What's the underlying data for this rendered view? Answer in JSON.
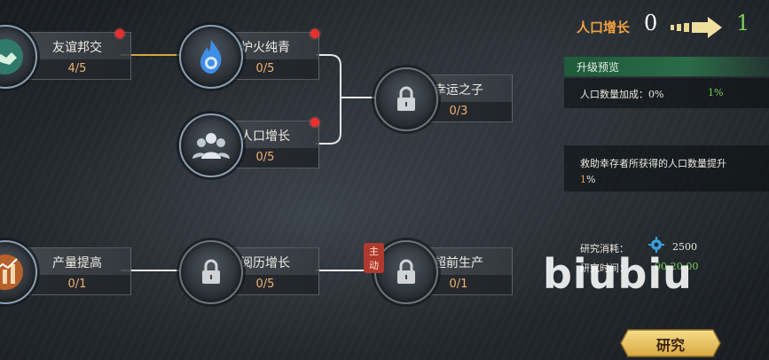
{
  "tree": {
    "nodes": [
      {
        "id": "diplomacy",
        "name": "友谊邦交",
        "count": "4/5",
        "icon": "handshake-icon",
        "active": true,
        "dot": true
      },
      {
        "id": "furnace",
        "name": "炉火纯青",
        "count": "0/5",
        "icon": "flame-icon",
        "active": true,
        "dot": true
      },
      {
        "id": "pop1",
        "name": "人口增长",
        "count": "0/5",
        "icon": "people-icon",
        "active": true,
        "dot": true
      },
      {
        "id": "lucky",
        "name": "幸运之子",
        "count": "0/3",
        "icon": "lock-icon",
        "active": false,
        "dot": false
      },
      {
        "id": "output",
        "name": "产量提高",
        "count": "0/1",
        "icon": "chart-up-icon",
        "active": true,
        "dot": false
      },
      {
        "id": "exp",
        "name": "阅历增长",
        "count": "0/5",
        "icon": "lock-icon",
        "active": false,
        "dot": false
      },
      {
        "id": "early",
        "name": "超前生产",
        "count": "0/1",
        "icon": "lock-icon",
        "active": false,
        "dot": false
      }
    ],
    "active_tag": "主动"
  },
  "panel": {
    "title": "人口增长",
    "level_from": "0",
    "level_to": "1",
    "preview_title": "升级预览",
    "stat_label": "人口数量加成：0%",
    "stat_next": "1%",
    "desc_main": "救助幸存者所获得的人口数量提升",
    "desc_value": "1",
    "desc_unit": "%",
    "cost_label": "研究消耗：",
    "cost_value": "2500",
    "time_label": "研究时间：",
    "time_value": "00:20:00",
    "research_button": "研究"
  },
  "watermark": "biubiu",
  "colors": {
    "accent": "#f0a040",
    "green": "#74d05a",
    "dot": "#e83030"
  }
}
